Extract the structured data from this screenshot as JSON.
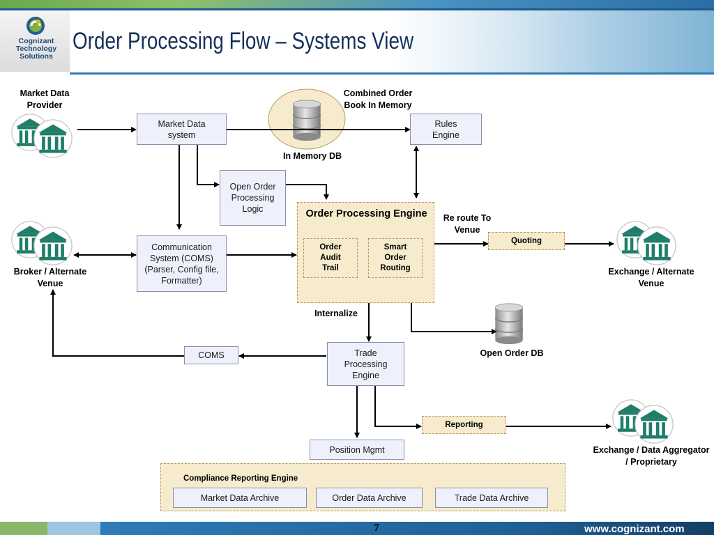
{
  "header": {
    "title": "Order Processing Flow – Systems View",
    "logo_lines": [
      "Cognizant",
      "Technology",
      "Solutions"
    ]
  },
  "footer": {
    "page_number": "7",
    "url": "www.cognizant.com"
  },
  "nodes": {
    "market_data_provider": "Market Data Provider",
    "market_data_system": "Market Data system",
    "combined_order_book": "Combined Order Book In Memory",
    "in_memory_db": "In Memory DB",
    "rules_engine": "Rules Engine",
    "open_order_logic": "Open Order Processing Logic",
    "order_processing_engine": "Order Processing Engine",
    "order_audit_trail": "Order Audit Trail",
    "smart_order_routing": "Smart Order Routing",
    "reroute": "Re route To Venue",
    "quoting": "Quoting",
    "exchange_alt_venue": "Exchange / Alternate Venue",
    "broker_alt_venue": "Broker / Alternate Venue",
    "coms": "Communication System (COMS) (Parser, Config file, Formatter)",
    "internalize": "Internalize",
    "open_order_db": "Open Order DB",
    "coms_short": "COMS",
    "trade_processing_engine": "Trade Processing Engine",
    "reporting": "Reporting",
    "exchange_data_aggregator": "Exchange / Data Aggregator / Proprietary",
    "position_mgmt": "Position Mgmt",
    "compliance_engine": "Compliance Reporting Engine",
    "market_data_archive": "Market Data Archive",
    "order_data_archive": "Order Data Archive",
    "trade_data_archive": "Trade Data Archive"
  },
  "colors": {
    "box_fill": "#eef0fb",
    "engine_fill": "#f6ebcc",
    "building": "#1f7d6a",
    "title": "#14305a"
  }
}
